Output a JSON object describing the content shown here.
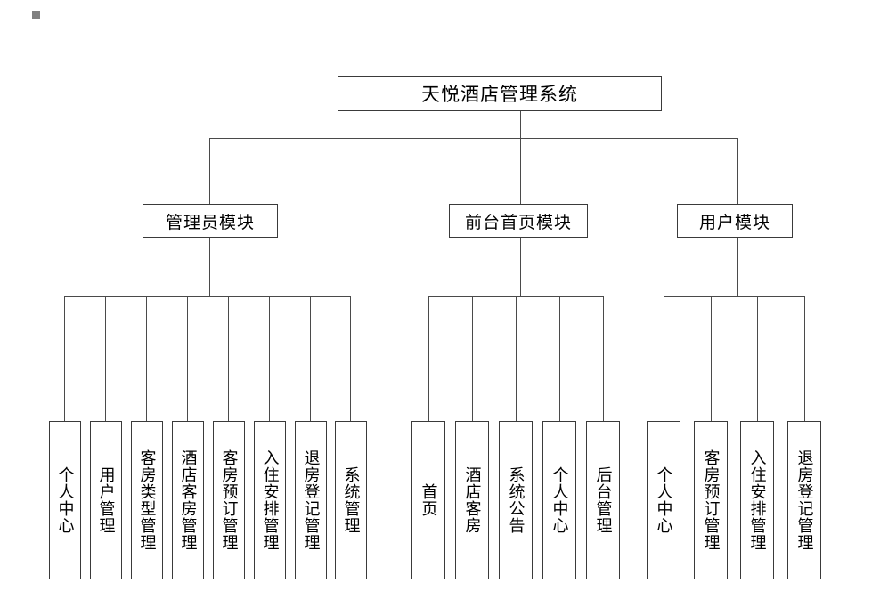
{
  "diagram": {
    "type": "org-chart",
    "title_node": {
      "label": "天悦酒店管理系统"
    },
    "modules": [
      {
        "id": "admin",
        "label": "管理员模块",
        "children": [
          "个人中心",
          "用户管理",
          "客房类型管理",
          "酒店客房管理",
          "客房预订管理",
          "入住安排管理",
          "退房登记管理",
          "系统管理"
        ]
      },
      {
        "id": "frontdesk",
        "label": "前台首页模块",
        "children": [
          "首页",
          "酒店客房",
          "系统公告",
          "个人中心",
          "后台管理"
        ]
      },
      {
        "id": "user",
        "label": "用户模块",
        "children": [
          "个人中心",
          "客房预订管理",
          "入住安排管理",
          "退房登记管理"
        ]
      }
    ],
    "colors": {
      "box_border": "#3a3a3a",
      "line": "#4a4a4a",
      "background": "#ffffff",
      "text": "#000000",
      "marker": "#808080"
    }
  }
}
